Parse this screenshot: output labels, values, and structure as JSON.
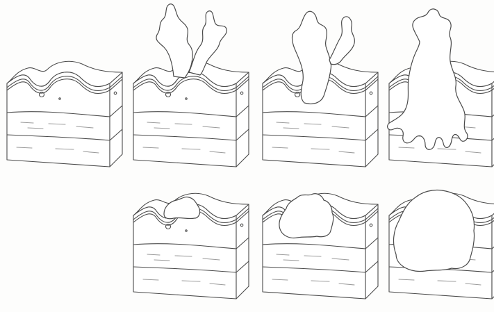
{
  "figure": {
    "rows": [
      {
        "name": "top-row",
        "stages": [
          {
            "id": "skin-normal",
            "growth": "none"
          },
          {
            "id": "branching-early",
            "growth": "branching"
          },
          {
            "id": "branching-mid",
            "growth": "branching"
          },
          {
            "id": "branching-deep",
            "growth": "branching"
          }
        ]
      },
      {
        "name": "bottom-row",
        "stages": [
          {
            "id": "nodule-small",
            "growth": "nodular"
          },
          {
            "id": "nodule-medium",
            "growth": "nodular"
          },
          {
            "id": "nodule-large",
            "growth": "nodular"
          }
        ]
      }
    ],
    "colors": {
      "line": "#4a4a4a",
      "light_line": "#9a9a9a",
      "tissue": "#ffffff",
      "background": "#fdfdfc"
    }
  }
}
